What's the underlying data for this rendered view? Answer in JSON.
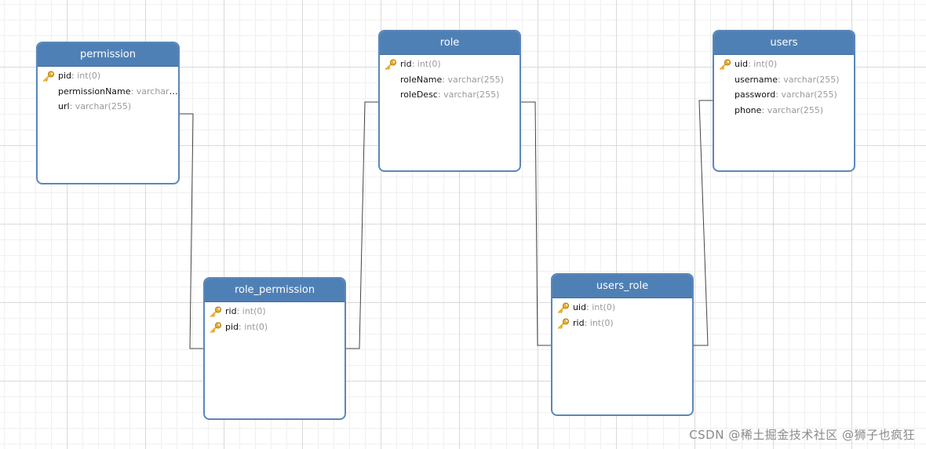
{
  "entities": [
    {
      "id": "permission",
      "title": "permission",
      "fields": [
        {
          "name": "pid",
          "type": "int(0)",
          "key": true
        },
        {
          "name": "permissionName",
          "type": "varchar(...",
          "key": false
        },
        {
          "name": "url",
          "type": "varchar(255)",
          "key": false
        }
      ]
    },
    {
      "id": "role",
      "title": "role",
      "fields": [
        {
          "name": "rid",
          "type": "int(0)",
          "key": true
        },
        {
          "name": "roleName",
          "type": "varchar(255)",
          "key": false
        },
        {
          "name": "roleDesc",
          "type": "varchar(255)",
          "key": false
        }
      ]
    },
    {
      "id": "users",
      "title": "users",
      "fields": [
        {
          "name": "uid",
          "type": "int(0)",
          "key": true
        },
        {
          "name": "username",
          "type": "varchar(255)",
          "key": false
        },
        {
          "name": "password",
          "type": "varchar(255)",
          "key": false
        },
        {
          "name": "phone",
          "type": "varchar(255)",
          "key": false
        }
      ]
    },
    {
      "id": "role_permission",
      "title": "role_permission",
      "fields": [
        {
          "name": "rid",
          "type": "int(0)",
          "key": true
        },
        {
          "name": "pid",
          "type": "int(0)",
          "key": true
        }
      ]
    },
    {
      "id": "users_role",
      "title": "users_role",
      "fields": [
        {
          "name": "uid",
          "type": "int(0)",
          "key": true
        },
        {
          "name": "rid",
          "type": "int(0)",
          "key": true
        }
      ]
    }
  ],
  "field_separator": ": ",
  "relations": [
    {
      "from": "permission",
      "to": "role_permission"
    },
    {
      "from": "role",
      "to": "role_permission"
    },
    {
      "from": "role",
      "to": "users_role"
    },
    {
      "from": "users",
      "to": "users_role"
    }
  ],
  "watermark": "CSDN @稀土掘金技术社区 @狮子也疯狂",
  "colors": {
    "header": "#4f80b5",
    "border": "#5b87b9",
    "connector": "#444444",
    "key_icon": "#e8b030"
  }
}
